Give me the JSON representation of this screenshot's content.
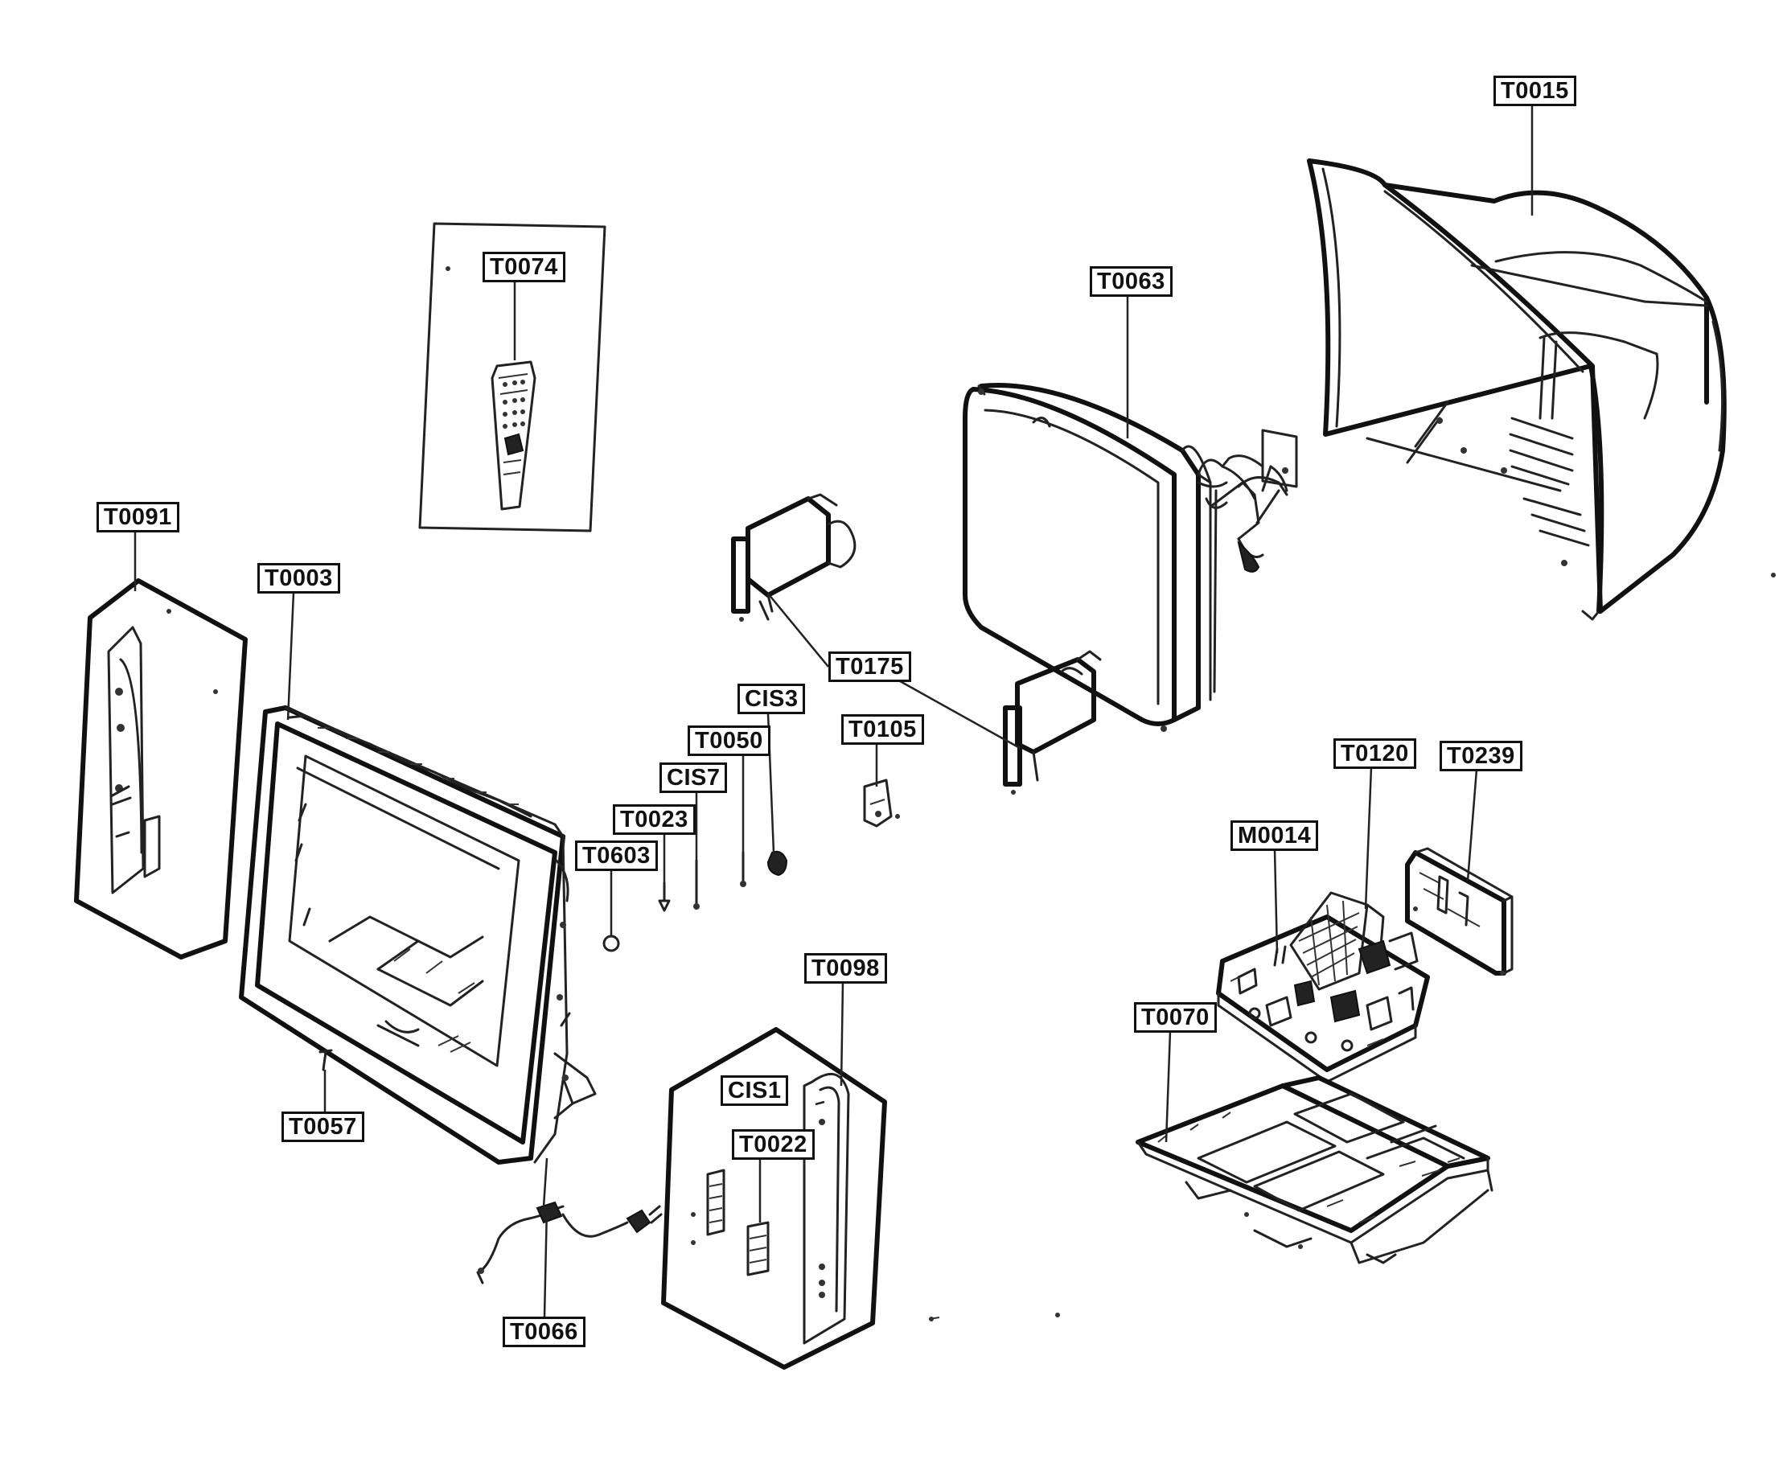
{
  "parts": {
    "t0015": "T0015",
    "t0074": "T0074",
    "t0063": "T0063",
    "t0091": "T0091",
    "t0003": "T0003",
    "t0175": "T0175",
    "cis3": "CIS3",
    "t0105": "T0105",
    "t0050": "T0050",
    "cis7": "CIS7",
    "t0023": "T0023",
    "t0603": "T0603",
    "t0120": "T0120",
    "t0239": "T0239",
    "m0014": "M0014",
    "t0098": "T0098",
    "cis1": "CIS1",
    "t0022": "T0022",
    "t0070": "T0070",
    "t0057": "T0057",
    "t0066": "T0066"
  }
}
